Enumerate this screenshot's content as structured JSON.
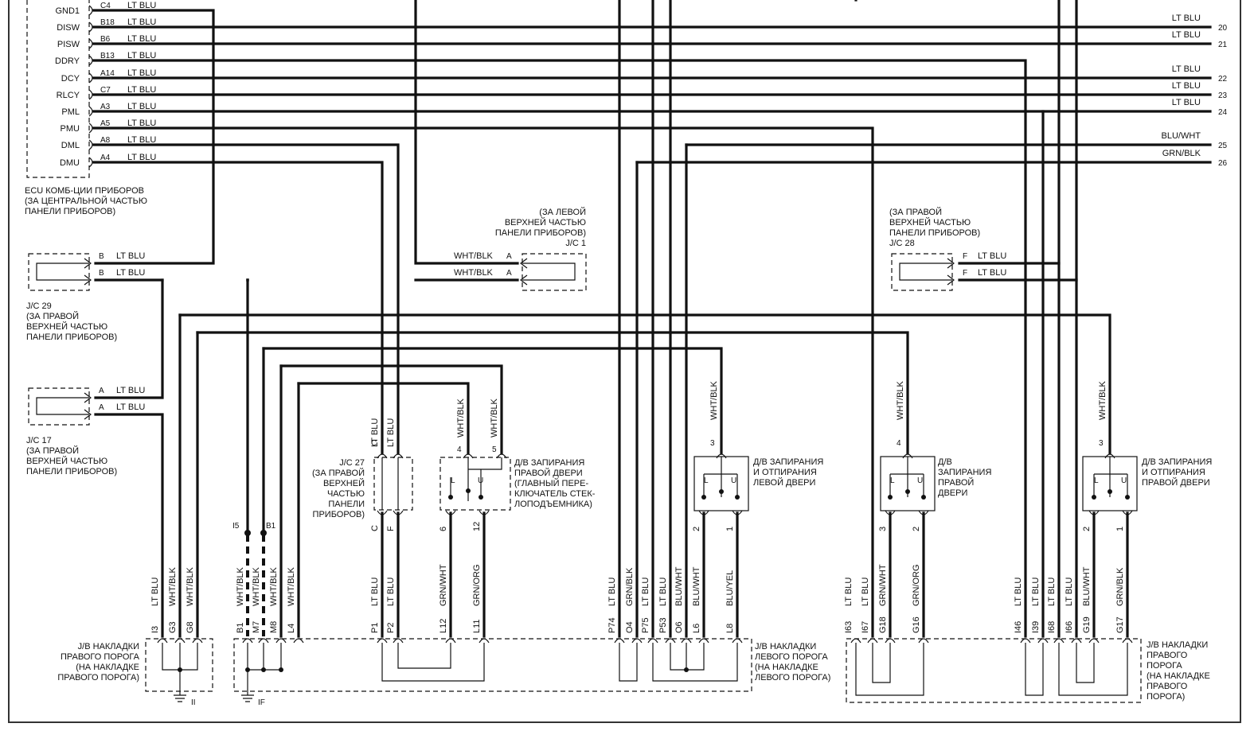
{
  "ecu": {
    "pins": [
      {
        "name": "GND1",
        "conn": "C4",
        "wire": "LT BLU"
      },
      {
        "name": "DISW",
        "conn": "B18",
        "wire": "LT BLU"
      },
      {
        "name": "PISW",
        "conn": "B6",
        "wire": "LT BLU"
      },
      {
        "name": "DDRY",
        "conn": "B13",
        "wire": "LT BLU"
      },
      {
        "name": "DCY",
        "conn": "A14",
        "wire": "LT BLU"
      },
      {
        "name": "RLCY",
        "conn": "C7",
        "wire": "LT BLU"
      },
      {
        "name": "PML",
        "conn": "A3",
        "wire": "LT BLU"
      },
      {
        "name": "PMU",
        "conn": "A5",
        "wire": "LT BLU"
      },
      {
        "name": "DML",
        "conn": "A8",
        "wire": "LT BLU"
      },
      {
        "name": "DMU",
        "conn": "A4",
        "wire": "LT BLU"
      }
    ],
    "label": [
      "ECU КОМБ-ЦИИ ПРИБОРОВ",
      "(ЗА ЦЕНТРАЛЬНОЙ ЧАСТЬЮ",
      "ПАНЕЛИ ПРИБОРОВ)"
    ]
  },
  "right_terminals": [
    {
      "num": "20",
      "wire": "LT BLU"
    },
    {
      "num": "21",
      "wire": "LT BLU"
    },
    {
      "num": "22",
      "wire": "LT BLU"
    },
    {
      "num": "23",
      "wire": "LT BLU"
    },
    {
      "num": "24",
      "wire": "LT BLU"
    },
    {
      "num": "25",
      "wire": "BLU/WHT"
    },
    {
      "num": "26",
      "wire": "GRN/BLK"
    }
  ],
  "jc29": {
    "pin": "B",
    "wire": "LT BLU",
    "label": [
      "J/C 29",
      "(ЗА ПРАВОЙ",
      "ВЕРХНЕЙ ЧАСТЬЮ",
      "ПАНЕЛИ ПРИБОРОВ)"
    ]
  },
  "jc17": {
    "pin": "A",
    "wire": "LT BLU",
    "label": [
      "J/C 17",
      "(ЗА ПРАВОЙ",
      "ВЕРХНЕЙ ЧАСТЬЮ",
      "ПАНЕЛИ ПРИБОРОВ)"
    ]
  },
  "jc1": {
    "pin": "A",
    "wire": "WHT/BLK",
    "label": [
      "(ЗА ЛЕВОЙ",
      "ВЕРХНЕЙ ЧАСТЬЮ",
      "ПАНЕЛИ ПРИБОРОВ)",
      "J/C 1"
    ]
  },
  "jc28": {
    "pin": "F",
    "wire": "LT BLU",
    "label": [
      "(ЗА ПРАВОЙ",
      "ВЕРХНЕЙ ЧАСТЬЮ",
      "ПАНЕЛИ ПРИБОРОВ)",
      "J/C 28"
    ]
  },
  "jc27": {
    "top_pins": [
      "C",
      "F"
    ],
    "top_wires": [
      "LT BLU",
      "LT BLU"
    ],
    "label": [
      "J/C 27",
      "(ЗА ПРАВОЙ",
      "ВЕРХНЕЙ",
      "ЧАСТЬЮ",
      "ПАНЕЛИ",
      "ПРИБОРОВ)"
    ]
  },
  "sw_master": {
    "pins": [
      "4",
      "5",
      "6",
      "12"
    ],
    "wires": [
      "WHT/BLK",
      "WHT/BLK",
      "GRN/WHT",
      "GRN/ORG"
    ],
    "label": [
      "Д/В ЗАПИРАНИЯ",
      "ПРАВОЙ ДВЕРИ",
      "(ГЛАВНЫЙ ПЕРЕ-",
      "КЛЮЧАТЕЛЬ СТЕК-",
      "ЛОПОДЪЕМНИКА)"
    ]
  },
  "sw_left": {
    "pins": [
      "3",
      "2",
      "1"
    ],
    "wires": [
      "WHT/BLK"
    ],
    "label": [
      "Д/В ЗАПИРАНИЯ",
      "И ОТПИРАНИЯ",
      "ЛЕВОЙ ДВЕРИ"
    ]
  },
  "sw_right": {
    "pins": [
      "4",
      "3",
      "2"
    ],
    "wires": [
      "WHT/BLK"
    ],
    "label": [
      "Д/В",
      "ЗАПИРАНИЯ",
      "ПРАВОЙ",
      "ДВЕРИ"
    ]
  },
  "sw_right2": {
    "pins": [
      "3",
      "2",
      "1"
    ],
    "wires": [
      "WHT/BLK"
    ],
    "label": [
      "Д/В ЗАПИРАНИЯ",
      "И ОТПИРАНИЯ",
      "ПРАВОЙ ДВЕРИ"
    ]
  },
  "switch_letters": [
    "L",
    "U"
  ],
  "jb_right_a": {
    "pins": [
      "I3",
      "G3",
      "G8"
    ],
    "wires": [
      "LT BLU",
      "WHT/BLK",
      "WHT/BLK"
    ],
    "label": [
      "J/B НАКЛАДКИ",
      "ПРАВОГО ПОРОГА",
      "(НА  НАКЛАДКЕ",
      "ПРАВОГО ПОРОГА)"
    ],
    "ground": "II"
  },
  "jb_left": {
    "pins": [
      "B1",
      "M7",
      "M8",
      "L4",
      "P1",
      "P2",
      "L12",
      "L11",
      "P74",
      "O4",
      "P75",
      "P53",
      "O6",
      "L6",
      "L8"
    ],
    "wires": [
      "WHT/BLK",
      "WHT/BLK",
      "WHT/BLK",
      "WHT/BLK",
      "LT BLU",
      "LT BLU",
      "GRN/WHT",
      "GRN/ORG",
      "LT BLU",
      "GRN/BLK",
      "LT BLU",
      "LT BLU",
      "BLU/WHT",
      "BLU/WHT",
      "BLU/YEL"
    ],
    "label": [
      "J/B НАКЛАДКИ",
      "ЛЕВОГО ПОРОГА",
      "(НА  НАКЛАДКЕ",
      "ЛЕВОГО ПОРОГА)"
    ],
    "ground": "IF",
    "splice": [
      "I5",
      "B1"
    ],
    "jc27_bottom": [
      "C",
      "F"
    ]
  },
  "jb_right_b": {
    "pins": [
      "I63",
      "I67",
      "G18",
      "G16",
      "I46",
      "I39",
      "I68",
      "I66",
      "G19",
      "G17"
    ],
    "wires": [
      "LT BLU",
      "LT BLU",
      "GRN/WHT",
      "GRN/ORG",
      "LT BLU",
      "LT BLU",
      "LT BLU",
      "LT BLU",
      "BLU/WHT",
      "GRN/BLK"
    ],
    "label": [
      "J/B НАКЛАДКИ",
      "ПРАВОГО",
      "ПОРОГА",
      "(НА НАКЛАДКЕ",
      "ПРАВОГО",
      "ПОРОГА)"
    ]
  }
}
